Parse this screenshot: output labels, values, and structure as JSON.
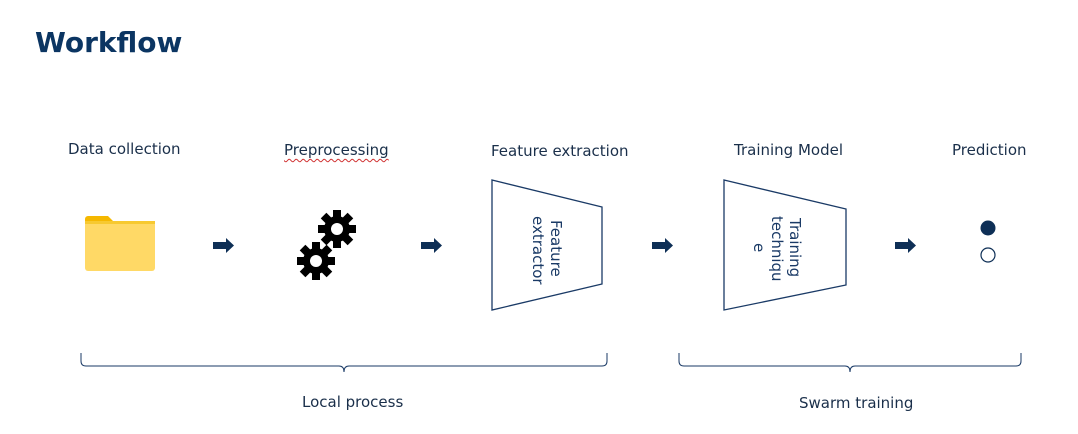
{
  "title": "Workflow",
  "steps": [
    {
      "label": "Data collection",
      "icon": "folder-icon"
    },
    {
      "label": "Preprocessing",
      "icon": "gears-icon"
    },
    {
      "label": "Feature extraction",
      "box_text": "Feature extractor"
    },
    {
      "label": "Training Model",
      "box_text_lines": [
        "Training",
        "techniqu",
        "e"
      ]
    },
    {
      "label": "Prediction",
      "icon": "prediction-circles-icon"
    }
  ],
  "groups": [
    {
      "label": "Local process"
    },
    {
      "label": "Swarm training"
    }
  ],
  "colors": {
    "title": "#0b3562",
    "arrow": "#0e2f56",
    "box_stroke": "#1a3a66",
    "brace": "#1a3a66",
    "folder": "#ffd966",
    "folder_tab": "#f5b800"
  }
}
